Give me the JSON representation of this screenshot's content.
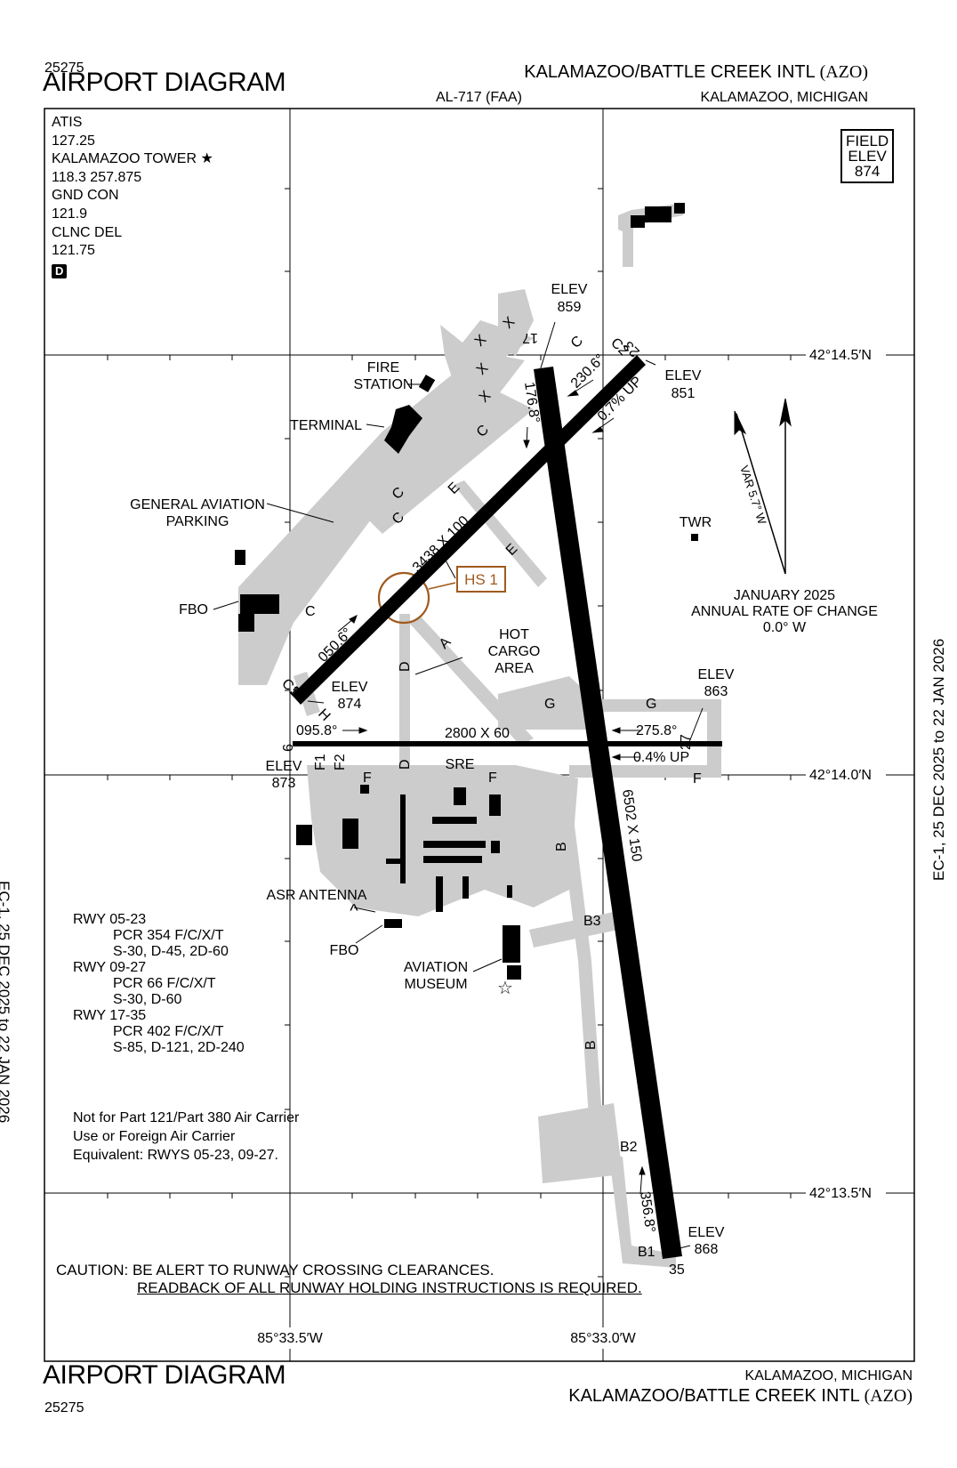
{
  "header": {
    "volume_top": "25275",
    "title_top": "AIRPORT DIAGRAM",
    "procedure_id": "AL-717 (FAA)",
    "airport_name_top": "KALAMAZOO/BATTLE CREEK INTL",
    "airport_id": "(AZO)",
    "location_top": "KALAMAZOO, MICHIGAN"
  },
  "footer": {
    "title_bottom": "AIRPORT DIAGRAM",
    "volume_bottom": "25275",
    "location_bottom": "KALAMAZOO, MICHIGAN",
    "airport_name_bottom": "KALAMAZOO/BATTLE CREEK INTL",
    "airport_id": "(AZO)"
  },
  "side_labels": {
    "left": "EC-1, 25 DEC 2025 to 22 JAN 2026",
    "right": "EC-1, 25 DEC 2025 to 22 JAN 2026"
  },
  "frequencies": {
    "atis_label": "ATIS",
    "atis_freq": "127.25",
    "tower_label": "KALAMAZOO TOWER ★",
    "tower_freq": "118.3 257.875",
    "gnd_label": "GND CON",
    "gnd_freq": "121.9",
    "clnc_label": "CLNC DEL",
    "clnc_freq": "121.75",
    "class_badge": "D"
  },
  "field_elev": {
    "line1": "FIELD",
    "line2": "ELEV",
    "value": "874"
  },
  "coordinates": {
    "lat_1": "42°14.5′N",
    "lat_2": "42°14.0′N",
    "lat_3": "42°13.5′N",
    "lon_1": "85°33.5′W",
    "lon_2": "85°33.0′W"
  },
  "variation": {
    "var_label": "VAR 5.7° W",
    "date": "JANUARY 2025",
    "rate_line": "ANNUAL RATE OF CHANGE",
    "rate_value": "0.0° W"
  },
  "runways": {
    "rwy_5_23": {
      "dims": "3438 X 100",
      "end_a": "5",
      "end_b": "23",
      "hdg_a": "050.6°",
      "hdg_b": "230.6°",
      "slope": "0.7% UP"
    },
    "rwy_9_27": {
      "dims": "2800 X 60",
      "end_a": "9",
      "end_b": "27",
      "hdg_a": "095.8°",
      "hdg_b": "275.8°",
      "slope": "0.4% UP"
    },
    "rwy_17_35": {
      "dims": "6502 X 150",
      "end_a": "17",
      "end_b": "35",
      "hdg_a": "176.8°",
      "hdg_b": "356.8°"
    }
  },
  "elevations": {
    "e859": [
      "ELEV",
      "859"
    ],
    "e851": [
      "ELEV",
      "851"
    ],
    "e874": [
      "ELEV",
      "874"
    ],
    "e863": [
      "ELEV",
      "863"
    ],
    "e873": [
      "ELEV",
      "873"
    ],
    "e868": [
      "ELEV",
      "868"
    ]
  },
  "facilities": {
    "fire_station": [
      "FIRE",
      "STATION"
    ],
    "terminal": "TERMINAL",
    "ga_parking": [
      "GENERAL AVIATION",
      "PARKING"
    ],
    "fbo_1": "FBO",
    "fbo_2": "FBO",
    "hot_cargo": [
      "HOT",
      "CARGO",
      "AREA"
    ],
    "twr": "TWR",
    "sre": "SRE",
    "asr_antenna": "ASR ANTENNA",
    "aviation_museum": [
      "AVIATION",
      "MUSEUM"
    ],
    "hot_spot": "HS 1"
  },
  "taxiways": {
    "x1": "X",
    "x2": "X",
    "x3": "X",
    "x4": "X",
    "x5": "X",
    "c1": "C",
    "c2": "C",
    "c3": "C",
    "c4": "C",
    "c5": "C",
    "c1_label": "C1",
    "c2_label": "C2",
    "e1": "E",
    "e2": "E",
    "a": "A",
    "d1": "D",
    "d2": "D",
    "g1": "G",
    "g2": "G",
    "h": "H",
    "f1": "F1",
    "f2": "F2",
    "f_a": "F",
    "f_b": "F",
    "f_c": "F",
    "b1": "B",
    "b2": "B",
    "b3_label": "B3",
    "b2_label": "B2",
    "b1_label": "B1"
  },
  "pcn": {
    "r1": "RWY 05-23",
    "r1a": "PCR 354 F/C/X/T",
    "r1b": "S-30, D-45, 2D-60",
    "r2": "RWY 09-27",
    "r2a": "PCR 66 F/C/X/T",
    "r2b": "S-30, D-60",
    "r3": "RWY 17-35",
    "r3a": "PCR 402 F/C/X/T",
    "r3b": "S-85, D-121, 2D-240"
  },
  "note": {
    "line1": "Not for Part 121/Part 380 Air Carrier",
    "line2": "Use or Foreign Air Carrier",
    "line3": "Equivalent: RWYS 05-23, 09-27."
  },
  "caution": {
    "line1": "CAUTION: BE ALERT TO RUNWAY CROSSING CLEARANCES.",
    "line2": "READBACK OF ALL RUNWAY HOLDING INSTRUCTIONS IS REQUIRED."
  },
  "colors": {
    "taxiway": "#cccccc",
    "runway": "#000000",
    "hot_spot": "#a05a1e"
  }
}
